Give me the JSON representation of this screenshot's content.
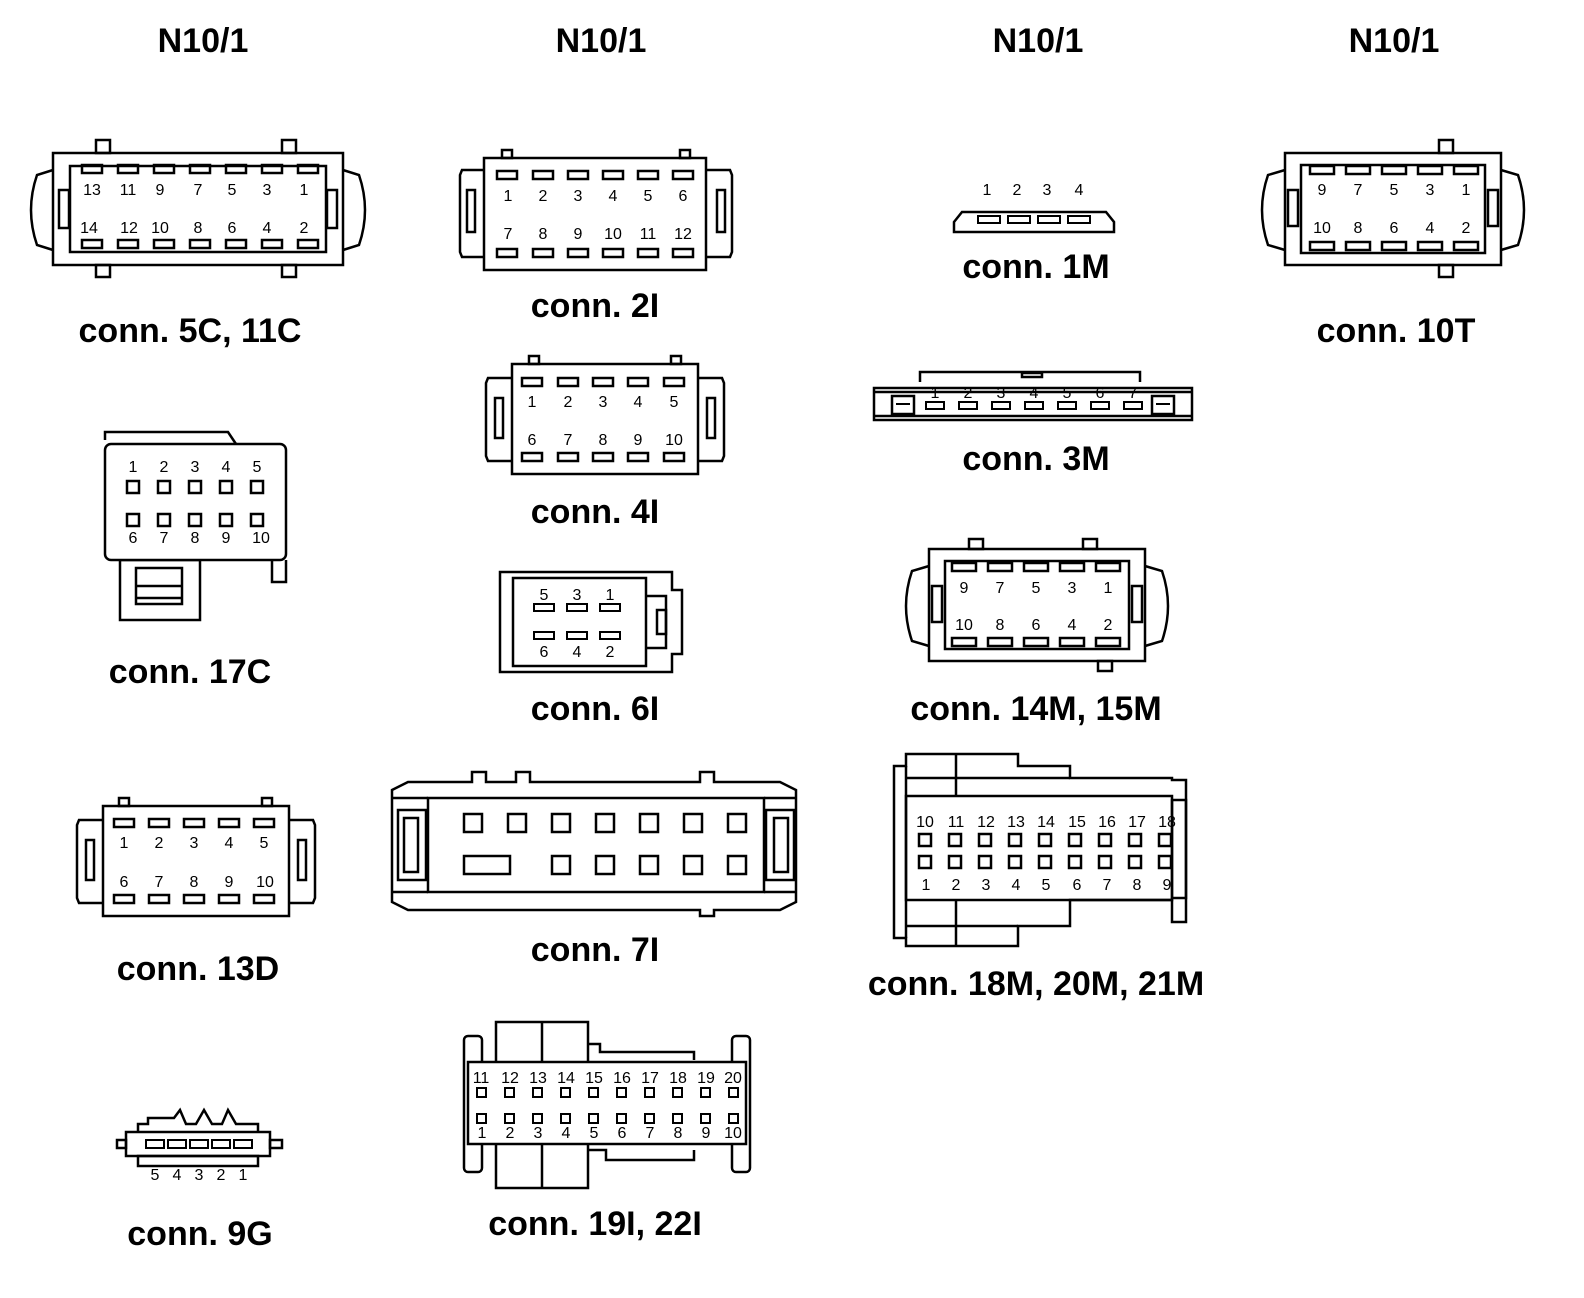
{
  "columns": [
    "N10/1",
    "N10/1",
    "N10/1",
    "N10/1"
  ],
  "connectors": {
    "c5c": {
      "caption": "conn. 5C, 11C",
      "top": [
        "13",
        "11",
        "9",
        "7",
        "5",
        "3",
        "1"
      ],
      "bottom": [
        "14",
        "12",
        "10",
        "8",
        "6",
        "4",
        "2"
      ]
    },
    "c17c": {
      "caption": "conn. 17C",
      "top": [
        "1",
        "2",
        "3",
        "4",
        "5"
      ],
      "bottom": [
        "6",
        "7",
        "8",
        "9",
        "10"
      ]
    },
    "c13d": {
      "caption": "conn. 13D",
      "top": [
        "1",
        "2",
        "3",
        "4",
        "5"
      ],
      "bottom": [
        "6",
        "7",
        "8",
        "9",
        "10"
      ]
    },
    "c9g": {
      "caption": "conn. 9G",
      "pins": [
        "5",
        "4",
        "3",
        "2",
        "1"
      ]
    },
    "c2i": {
      "caption": "conn. 2I",
      "top": [
        "1",
        "2",
        "3",
        "4",
        "5",
        "6"
      ],
      "bottom": [
        "7",
        "8",
        "9",
        "10",
        "11",
        "12"
      ]
    },
    "c4i": {
      "caption": "conn. 4I",
      "top": [
        "1",
        "2",
        "3",
        "4",
        "5"
      ],
      "bottom": [
        "6",
        "7",
        "8",
        "9",
        "10"
      ]
    },
    "c6i": {
      "caption": "conn. 6I",
      "top": [
        "5",
        "3",
        "1"
      ],
      "bottom": [
        "6",
        "4",
        "2"
      ]
    },
    "c7i": {
      "caption": "conn. 7I"
    },
    "c19i": {
      "caption": "conn. 19I, 22I",
      "top": [
        "11",
        "12",
        "13",
        "14",
        "15",
        "16",
        "17",
        "18",
        "19",
        "20"
      ],
      "bottom": [
        "1",
        "2",
        "3",
        "4",
        "5",
        "6",
        "7",
        "8",
        "9",
        "10"
      ]
    },
    "c1m": {
      "caption": "conn. 1M",
      "pins": [
        "1",
        "2",
        "3",
        "4"
      ]
    },
    "c3m": {
      "caption": "conn. 3M",
      "pins": [
        "1",
        "2",
        "3",
        "4",
        "5",
        "6",
        "7"
      ]
    },
    "c14m": {
      "caption": "conn. 14M, 15M",
      "top": [
        "9",
        "7",
        "5",
        "3",
        "1"
      ],
      "bottom": [
        "10",
        "8",
        "6",
        "4",
        "2"
      ]
    },
    "c18m": {
      "caption": "conn. 18M, 20M, 21M",
      "top": [
        "10",
        "11",
        "12",
        "13",
        "14",
        "15",
        "16",
        "17",
        "18"
      ],
      "bottom": [
        "1",
        "2",
        "3",
        "4",
        "5",
        "6",
        "7",
        "8",
        "9"
      ]
    },
    "c10t": {
      "caption": "conn. 10T",
      "top": [
        "9",
        "7",
        "5",
        "3",
        "1"
      ],
      "bottom": [
        "10",
        "8",
        "6",
        "4",
        "2"
      ]
    }
  }
}
